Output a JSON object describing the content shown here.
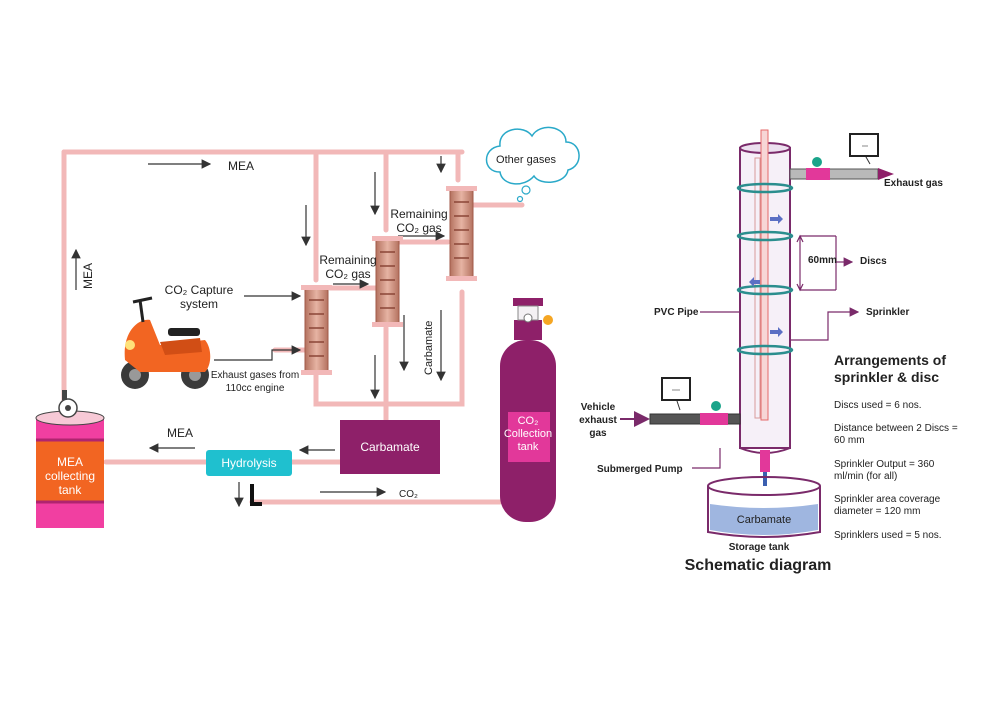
{
  "left_diagram": {
    "mea_top": "MEA",
    "mea_left": "MEA",
    "mea_bottom": "MEA",
    "capture_system_line1": "CO₂ Capture",
    "capture_system_line2": "system",
    "exhaust_line1": "Exhaust gases from",
    "exhaust_line2": "110cc engine",
    "remaining1_line1": "Remaining",
    "remaining1_line2": "CO₂ gas",
    "remaining2_line1": "Remaining",
    "remaining2_line2": "CO₂ gas",
    "other_gases": "Other gases",
    "carbamate_vertical": "Carbamate",
    "carbamate_box": "Carbamate",
    "hydrolysis_box": "Hydrolysis",
    "co2_out": "CO₂",
    "tank_line1": "MEA",
    "tank_line2": "collecting",
    "tank_line3": "tank",
    "cylinder_line1": "CO₂",
    "cylinder_line2": "Collection",
    "cylinder_line3": "tank"
  },
  "right_diagram": {
    "exhaust_gas": "Exhaust gas",
    "discs_spacing": "60mm",
    "discs": "Discs",
    "pvc_pipe": "PVC Pipe",
    "sprinkler": "Sprinkler",
    "vehicle_line1": "Vehicle",
    "vehicle_line2": "exhaust",
    "vehicle_line3": "gas",
    "submerged_pump": "Submerged Pump",
    "carbamate": "Carbamate",
    "storage_tank": "Storage tank",
    "title": "Schematic diagram"
  },
  "arrangements": {
    "heading_line1": "Arrangements of",
    "heading_line2": "sprinkler & disc",
    "discs_used": "Discs used = 6 nos.",
    "distance_line1": "Distance between 2 Discs =",
    "distance_line2": "60 mm",
    "output_line1": "Sprinkler Output = 360",
    "output_line2": "ml/min (for all)",
    "coverage_line1": "Sprinkler area coverage",
    "coverage_line2": "diameter = 120 mm",
    "sprinklers_used": "Sprinklers used = 5 nos."
  },
  "colors": {
    "pipe": "#f2b8b8",
    "column": "#c98a78",
    "purple": "#8e2069",
    "magenta": "#e2389a",
    "teal": "#1fc0cf",
    "orange": "#f26522",
    "water": "#9fb6e0"
  }
}
